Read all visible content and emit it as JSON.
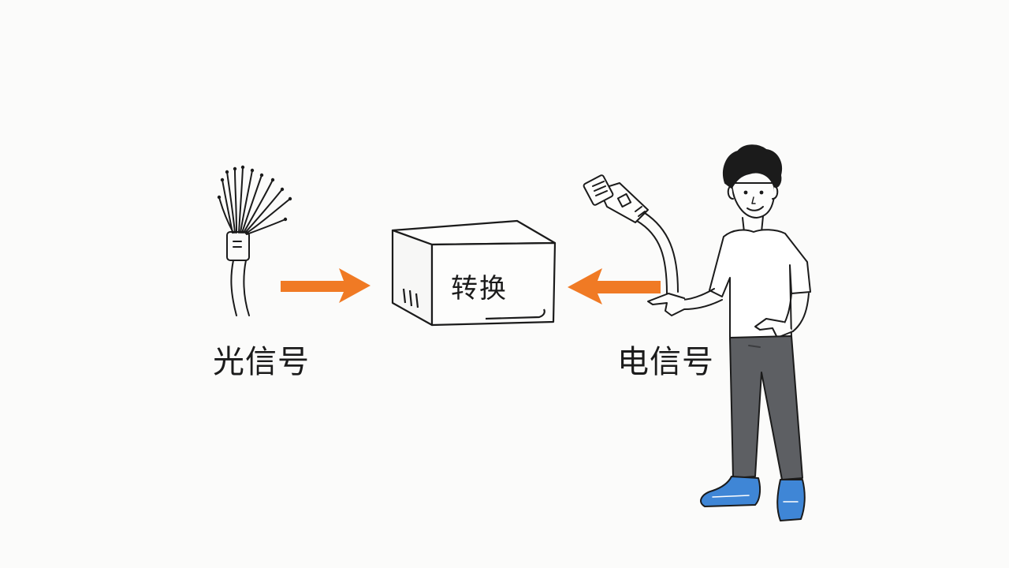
{
  "diagram": {
    "left_label": "光信号",
    "converter_label": "转换",
    "right_label": "电信号"
  },
  "colors": {
    "arrow": "#f07a24",
    "ink": "#1b1b1b",
    "shirt": "#ffffff",
    "pants": "#5d5f63",
    "shoes": "#3f86d6"
  },
  "icons": [
    "fiber-optic-cable-icon",
    "converter-box-icon",
    "ethernet-cable-icon",
    "person-illustration"
  ]
}
